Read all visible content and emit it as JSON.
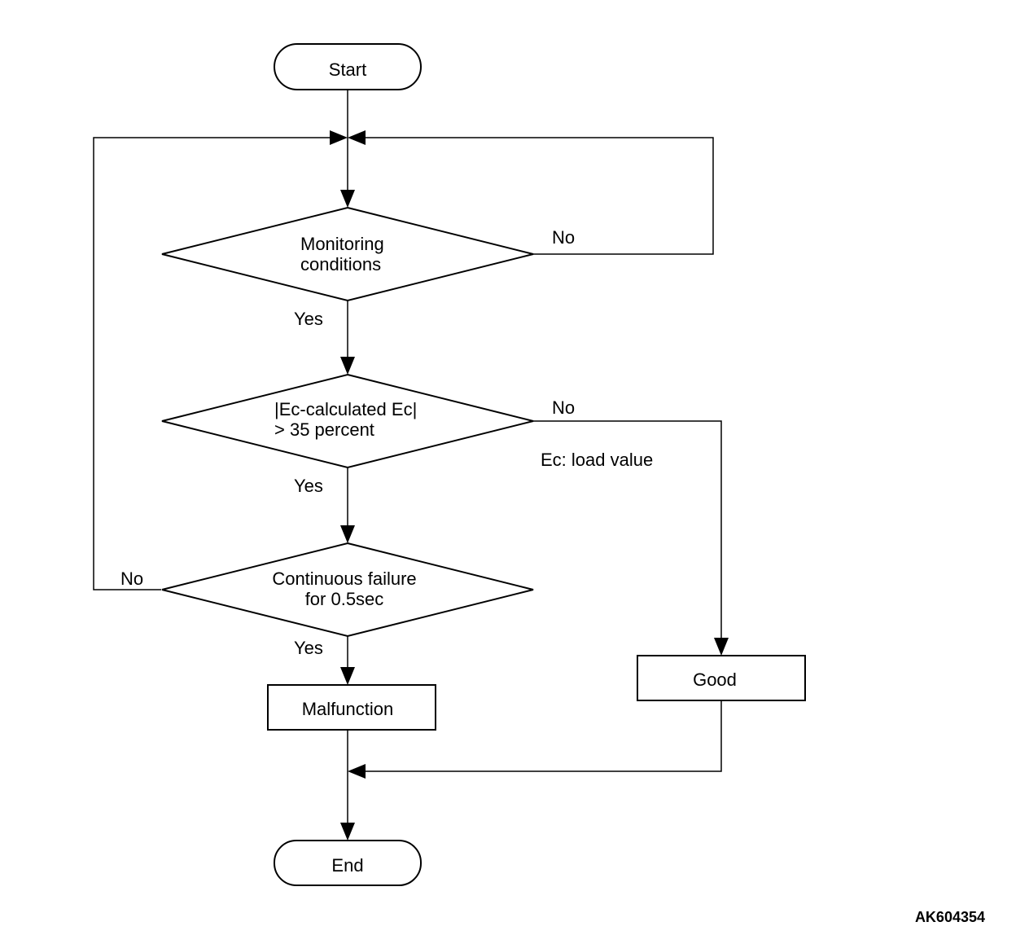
{
  "nodes": {
    "start": "Start",
    "monitoring": [
      "Monitoring",
      "conditions"
    ],
    "ec_check": [
      "|Ec-calculated Ec|",
      "> 35 percent"
    ],
    "continuous": [
      "Continuous failure",
      "for 0.5sec"
    ],
    "malfunction": "Malfunction",
    "good": "Good",
    "end": "End"
  },
  "branches": {
    "monitoring_no": "No",
    "monitoring_yes": "Yes",
    "ec_no": "No",
    "ec_yes": "Yes",
    "continuous_no": "No",
    "continuous_yes": "Yes"
  },
  "note": "Ec: load value",
  "figure_id": "AK604354"
}
